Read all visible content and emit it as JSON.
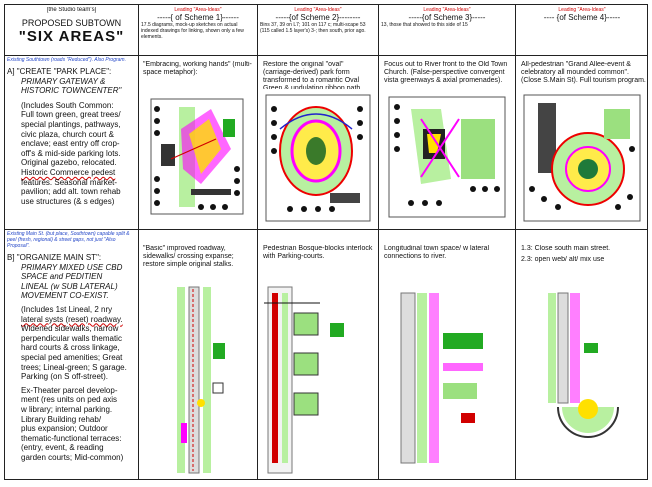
{
  "header": {
    "studio": "[the Studio team's]",
    "proposed": "PROPOSED SUBTOWN",
    "six_areas": "\"SIX AREAS\"",
    "col2_title": "Leading \"Area-Ideas\"",
    "col2_scheme": "-----{ of Scheme 1}------",
    "col2_note": "17.5 diagrams, mock-up sketches on actual indexed drawings for linking, shown only a few elements.",
    "col3_title": "Leading \"Area-Ideas\"",
    "col3_scheme": "-----{of Scheme 2}--------",
    "col3_note": "Bins 37, 39 on L7; 101 on 117 c; multi-scape 53 (115 called 1.5 layer's) 3-; then south, prior ago.",
    "col4_title": "Leading \"Area-Ideas\"",
    "col4_scheme": "-----{of Scheme 3}-----",
    "col4_note": "13, those that showed to this side of 15",
    "col5_title": "Leading \"Area-Ideas\"",
    "col5_scheme": "---- {of Scheme 4}-----"
  },
  "row1": {
    "left_note": "Existing Southtown (roads \"Reduced\"). Also Program.",
    "heading_a": "A] \"CREATE \"PARK PLACE\":",
    "heading_b": "PRIMARY GATEWAY &",
    "heading_c": "HISTORIC TOWNCENTER\"",
    "body_1": "(Includes South Common:",
    "body_2": "Full town green, great trees/",
    "body_3": "special plantings, pathways,",
    "body_4": "civic plaza, church court &",
    "body_5": "enclave; east entry off crop-",
    "body_6": "off's & mid-side parking lots.",
    "body_7": "Original gazebo, relocated.",
    "body_8": "Historic Commerce pedest",
    "body_9": "features. Seasonal market-",
    "body_10": "pavilion; add alt. town rehab",
    "body_11": "use structures (& s edges)",
    "c2": "\"Embracing, working hands\" (multi-space metaphor):",
    "c3": "Restore the original \"oval\" (carriage-derived) park form transformed to a romantic Oval Green & undulating ribbon path.",
    "c4": "Focus out to River front to the Old Town Church. (False-perspective convergent vista greenways & axial promenades).",
    "c5": "All-pedestrian \"Grand Allee-event & celebratory all mounded common\". (Close S.Main St). Full tourism program."
  },
  "row2": {
    "left_note": "Existing Main St. (but place, Southtown) capable split & peel (fresh, regional) & street gaps, not just \"Also Proposal\".",
    "heading_a": "B] \"ORGANIZE MAIN ST\":",
    "heading_b": "PRIMARY MIXED USE CBD",
    "heading_c": "SPACE and PEDITIEN",
    "heading_d": "LINEAL (w SUB LATERAL)",
    "heading_e": "MOVEMENT CO-EXIST.",
    "body_1": "(Includes 1st Lineal, 2 nry",
    "body_2": "lateral systs (reset) roadway.",
    "body_3": "Widened sidewalks, narrow",
    "body_4": "perpendicular walls thematic",
    "body_5": "hard courts & cross linkage,",
    "body_6": "special ped amenities; Great",
    "body_7": "trees; Lineal-green; S garage.",
    "body_8": "Parking (on S off-street).",
    "body_9": "Ex-Theater parcel develop-",
    "body_10": "ment (res units on ped axis",
    "body_11": "w library; internal parking.",
    "body_12": "Library Building rehab/",
    "body_13": "plus expansion; Outdoor",
    "body_14": "thematic-functional terraces:",
    "body_15": "(entry, event, & reading",
    "body_16": "garden courts; Mid-common)",
    "c2": "\"Basic\" improved roadway, sidewalks/ crossing expanse; restore simple original stalks.",
    "c3": "Pedestrian Bosque-blocks interlock with Parking-courts.",
    "c4": "Longitudinal town space/ w lateral connections to river.",
    "c5a": "1.3: Close south main street.",
    "c5b": "2.3: open web/ alt/ mix use"
  }
}
